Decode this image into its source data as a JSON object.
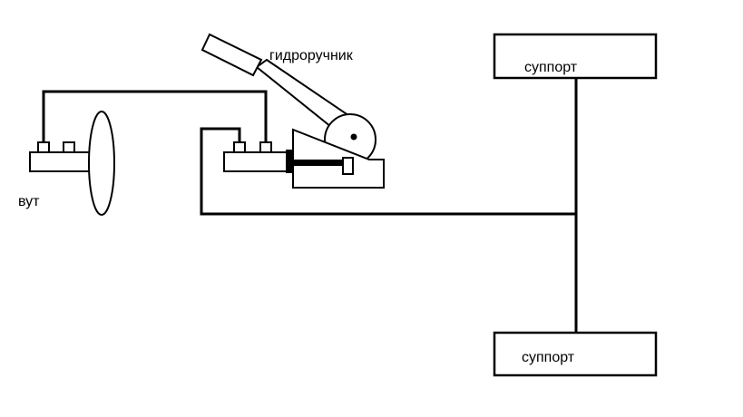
{
  "labels": {
    "handbrake": "гидроручник",
    "booster": "вут",
    "caliper_top": "суппорт",
    "caliper_bottom": "суппорт"
  },
  "colors": {
    "stroke": "#000000",
    "background": "#ffffff"
  }
}
